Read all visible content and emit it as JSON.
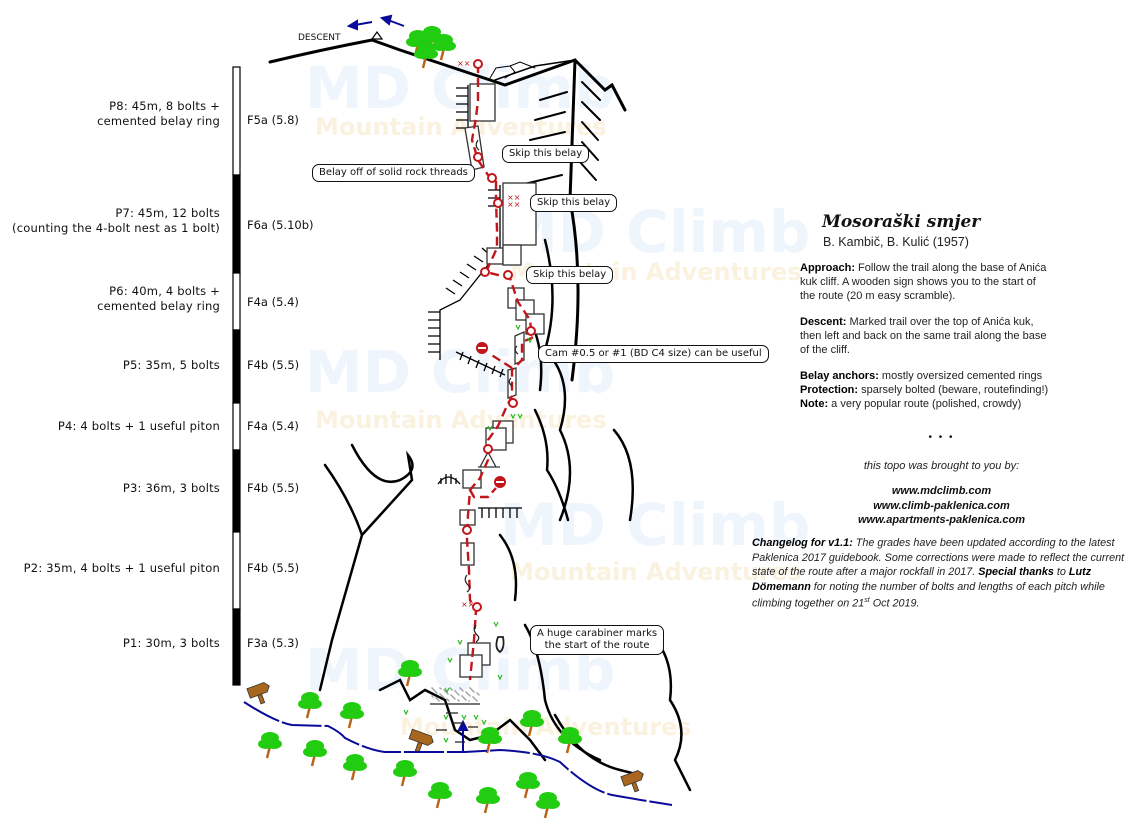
{
  "route": {
    "name": "Mosoraški smjer",
    "authors": "B. Kambič, B. Kulić (1957)"
  },
  "info": {
    "approach_label": "Approach:",
    "approach_text": " Follow the trail along the base of Anića kuk cliff. A wooden sign shows you to the start of the route (20 m easy scramble).",
    "descent_label": "Descent:",
    "descent_text": " Marked trail over the top of Anića kuk, then left and back on the same trail along the base of the cliff.",
    "belay_label": "Belay anchors:",
    "belay_text": " mostly oversized cemented rings",
    "protection_label": "Protection:",
    "protection_text": " sparsely bolted (beware, routefinding!)",
    "note_label": "Note:",
    "note_text": " a very popular route (polished, crowdy)"
  },
  "separator": "• • •",
  "credits": {
    "intro": "this topo was brought to you by:",
    "links": [
      "www.mdclimb.com",
      "www.climb-paklenica.com",
      "www.apartments-paklenica.com"
    ]
  },
  "changelog": {
    "label": "Changelog for v1.1:",
    "text": " The grades have been updated according to the latest Paklenica 2017 guidebook. Some corrections were made to reflect the current state of the route after a major rockfall in 2017.",
    "thanks_label": "Special thanks",
    "thanks_mid": " to ",
    "thanks_name": "Lutz Dömemann",
    "thanks_text": " for noting the number of bolts and lengths of each pitch while climbing together on 21",
    "thanks_sup": "st",
    "thanks_end": " Oct 2019."
  },
  "pitches": [
    {
      "label": "P8: 45m, 8 bolts +",
      "label2": "cemented belay ring",
      "grade": "F5a (5.8)"
    },
    {
      "label": "P7: 45m, 12 bolts",
      "label2": "(counting the 4-bolt nest as 1 bolt)",
      "grade": "F6a (5.10b)"
    },
    {
      "label": "P6: 40m, 4 bolts +",
      "label2": "cemented belay ring",
      "grade": "F4a (5.4)"
    },
    {
      "label": "P5: 35m, 5 bolts",
      "label2": "",
      "grade": "F4b (5.5)"
    },
    {
      "label": "P4: 4 bolts + 1 useful piton",
      "label2": "",
      "grade": "F4a (5.4)"
    },
    {
      "label": "P3: 36m, 3 bolts",
      "label2": "",
      "grade": "F4b (5.5)"
    },
    {
      "label": "P2: 35m, 4 bolts + 1 useful piton",
      "label2": "",
      "grade": "F4b (5.5)"
    },
    {
      "label": "P1: 30m, 3 bolts",
      "label2": "",
      "grade": "F3a (5.3)"
    }
  ],
  "callouts": {
    "skip1": "Skip this belay",
    "threads": "Belay off of solid rock threads",
    "skip2": "Skip this belay",
    "skip3": "Skip this belay",
    "cam": "Cam #0.5 or #1 (BD C4 size) can be useful",
    "carabiner_line1": "A huge carabiner marks",
    "carabiner_line2": "the start of the route"
  },
  "descent_label": "DESCENT",
  "watermark": {
    "line1": "MD Climb",
    "line2": "Mountain Adventures"
  },
  "colors": {
    "route": "#c0161c",
    "trail": "#0a0a9a",
    "tree": "#22cc11",
    "trunk": "#b8651a",
    "sign": "#a8661e",
    "watermark_blue": "#eaf3fb",
    "watermark_orange": "#fdf4e4"
  }
}
